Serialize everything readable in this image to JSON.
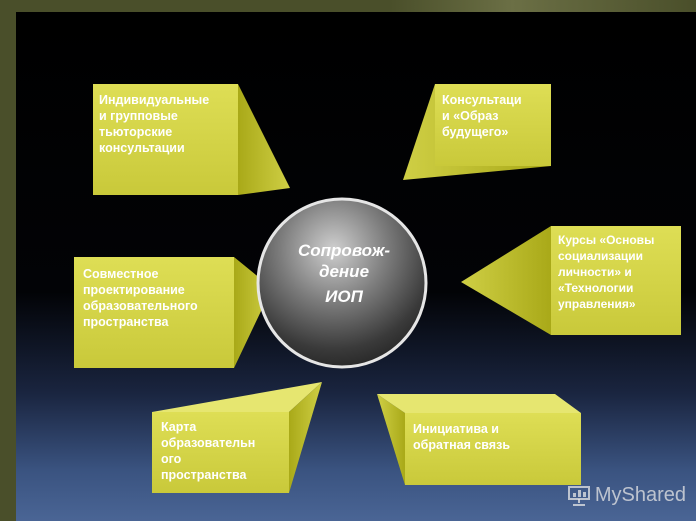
{
  "center": {
    "line1": "Сопровож-",
    "line2": "дение",
    "line3": "ИОП"
  },
  "boxes": {
    "individual": [
      "Индивидуальные",
      "и групповые",
      "тьюторские",
      "консультации"
    ],
    "consult": [
      "Консультаци",
      "и «Образ",
      "будущего»"
    ],
    "courses": [
      "Курсы «Основы",
      "социализации",
      "личности» и",
      "«Технологии",
      "управления»"
    ],
    "design": [
      "Совместное",
      "проектирование",
      "образовательного",
      "пространства"
    ],
    "map": [
      "Карта",
      "образовательн",
      "ого",
      "пространства"
    ],
    "initiative": [
      "Инициатива и",
      "обратная связь"
    ]
  },
  "watermark": {
    "text": "MyShared"
  },
  "colors": {
    "box_face": "#d8d848",
    "box_side": "#b7b71e",
    "box_top": "#e9e97a"
  }
}
